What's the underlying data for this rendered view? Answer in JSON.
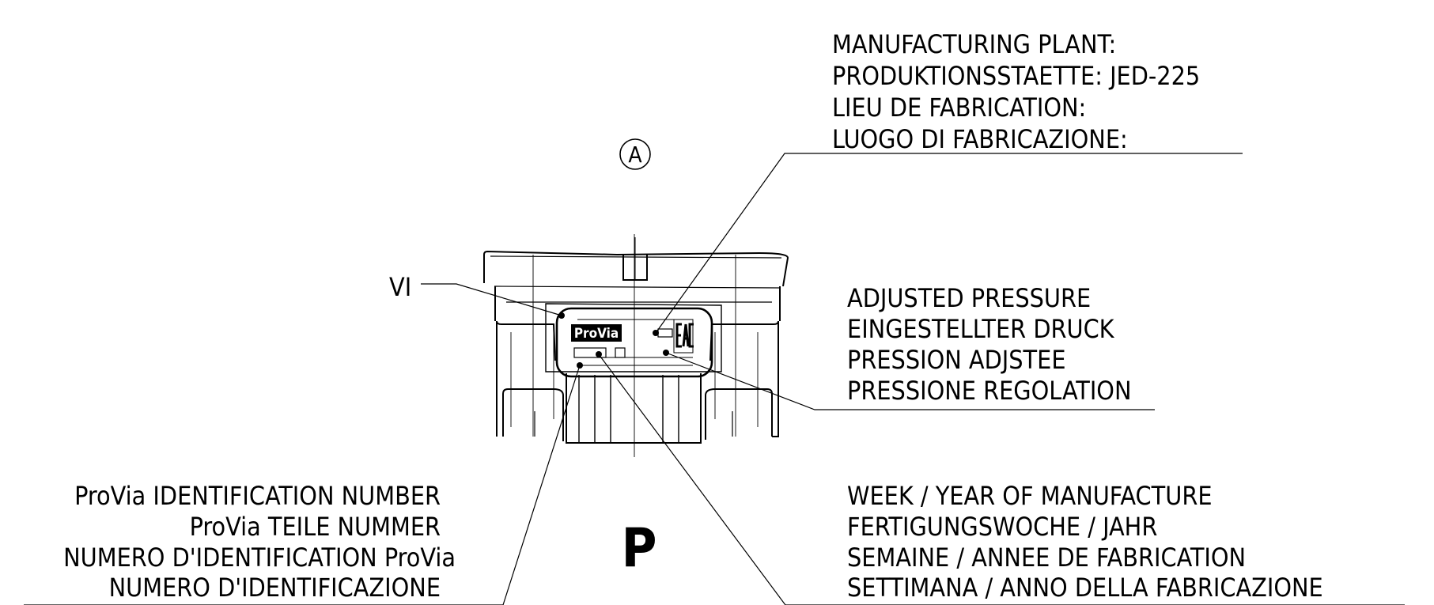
{
  "view_label": "A",
  "bottom_label": "P",
  "plate_logo": "ProVia",
  "labels": {
    "plant": [
      "MANUFACTURING PLANT:",
      "PRODUKTIONSSTAETTE: JED-225",
      "LIEU DE FABRICATION:",
      "LUOGO DI FABRICAZIONE:"
    ],
    "vi": "VI",
    "pressure": [
      "ADJUSTED PRESSURE",
      "EINGESTELLTER DRUCK",
      "PRESSION ADJSTEE",
      "PRESSIONE REGOLATION"
    ],
    "id_number": [
      "ProVia IDENTIFICATION NUMBER",
      "ProVia TEILE NUMMER",
      "NUMERO D'IDENTIFICATION ProVia",
      "NUMERO D'IDENTIFICAZIONE"
    ],
    "week_year": [
      "WEEK / YEAR OF MANUFACTURE",
      "FERTIGUNGSWOCHE / JAHR",
      "SEMAINE / ANNEE DE FABRICATION",
      "SETTIMANA / ANNO DELLA FABRICAZIONE"
    ]
  },
  "colors": {
    "ink": "#000000",
    "background": "#ffffff"
  },
  "icons": [
    "eac-mark-icon",
    "provia-logo-icon"
  ]
}
